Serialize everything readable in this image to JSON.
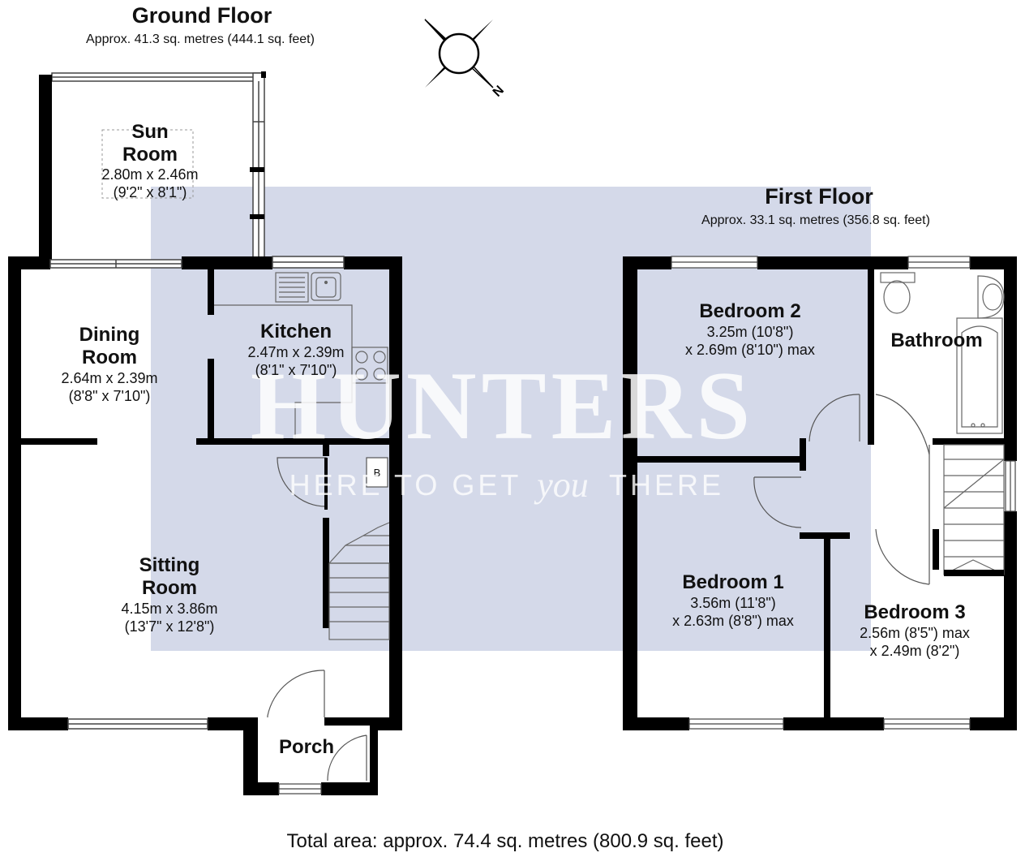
{
  "ground_floor": {
    "title": "Ground Floor",
    "area": "Approx. 41.3 sq. metres (444.1 sq. feet)",
    "rooms": {
      "sun_room": {
        "name_line1": "Sun",
        "name_line2": "Room",
        "dim_m": "2.80m x 2.46m",
        "dim_ft": "(9'2\" x 8'1\")"
      },
      "dining_room": {
        "name_line1": "Dining",
        "name_line2": "Room",
        "dim_m": "2.64m x 2.39m",
        "dim_ft": "(8'8\" x 7'10\")"
      },
      "kitchen": {
        "name": "Kitchen",
        "dim_m": "2.47m x 2.39m",
        "dim_ft": "(8'1\" x 7'10\")"
      },
      "sitting_room": {
        "name_line1": "Sitting",
        "name_line2": "Room",
        "dim_m": "4.15m x 3.86m",
        "dim_ft": "(13'7\" x 12'8\")"
      },
      "porch": {
        "name": "Porch"
      }
    },
    "boiler_label": "B"
  },
  "first_floor": {
    "title": "First Floor",
    "area": "Approx. 33.1 sq. metres (356.8 sq. feet)",
    "rooms": {
      "bedroom_2": {
        "name": "Bedroom 2",
        "dim_line1": "3.25m (10'8\")",
        "dim_line2": "x 2.69m (8'10\") max"
      },
      "bathroom": {
        "name": "Bathroom"
      },
      "bedroom_1": {
        "name": "Bedroom 1",
        "dim_line1": "3.56m (11'8\")",
        "dim_line2": "x 2.63m (8'8\") max"
      },
      "bedroom_3": {
        "name": "Bedroom 3",
        "dim_line1": "2.56m (8'5\") max",
        "dim_line2": "x 2.49m (8'2\")"
      }
    }
  },
  "compass": {
    "label": "N"
  },
  "watermark": {
    "brand": "HUNTERS",
    "tagline_a": "HERE TO GET",
    "tagline_you": "you",
    "tagline_b": "THERE"
  },
  "total_area": "Total area: approx. 74.4 sq. metres (800.9 sq. feet)",
  "colors": {
    "wall": "#000000",
    "watermark_bg": "#c9cfe3",
    "fixture": "#666666"
  },
  "icons": {
    "compass": "compass-rose-icon"
  }
}
